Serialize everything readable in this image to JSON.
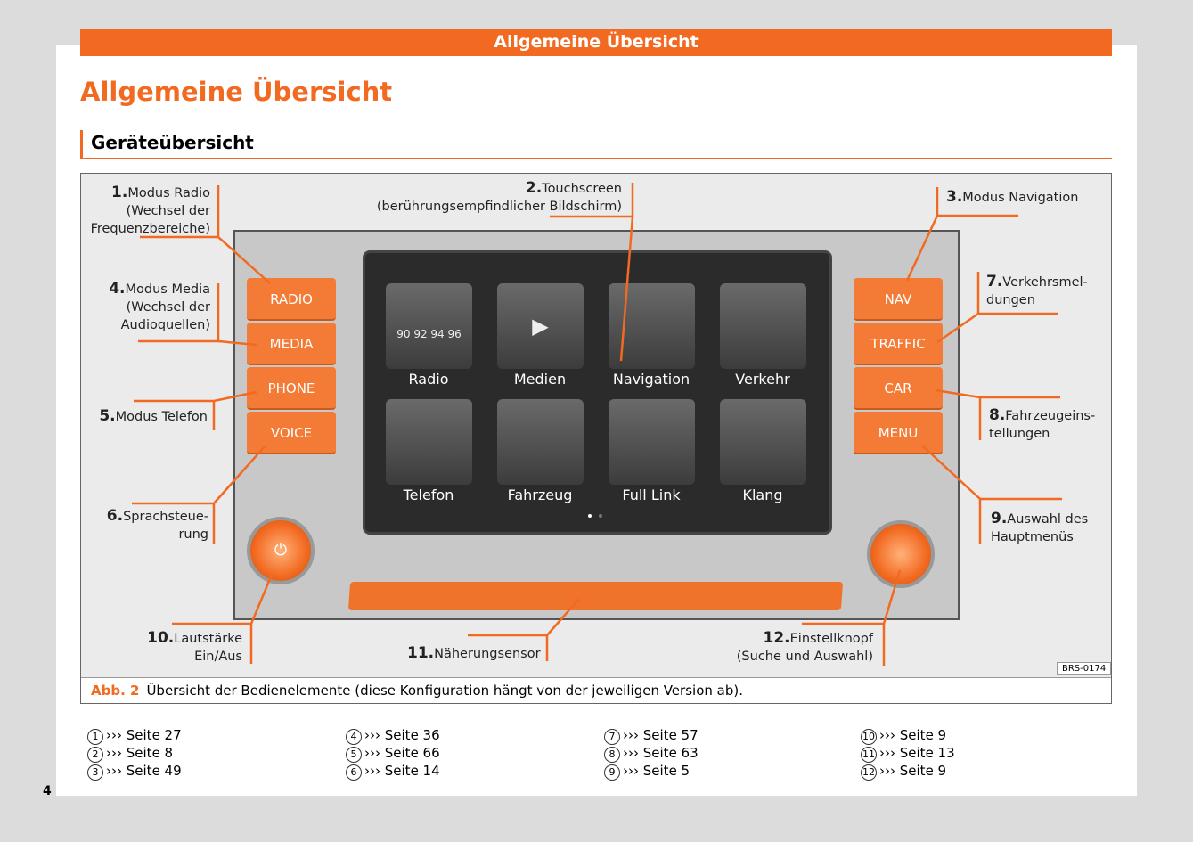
{
  "header": {
    "bar_title": "Allgemeine Übersicht",
    "title": "Allgemeine Übersicht",
    "subtitle": "Geräteübersicht"
  },
  "figure": {
    "code": "BRS-0174",
    "caption_label": "Abb. 2",
    "caption": "Übersicht der Bedienelemente (diese Konfiguration hängt von der jeweiligen Version ab).",
    "left_buttons": [
      "RADIO",
      "MEDIA",
      "PHONE",
      "VOICE"
    ],
    "right_buttons": [
      "NAV",
      "TRAFFIC",
      "CAR",
      "MENU"
    ],
    "tiles": [
      "Radio",
      "Medien",
      "Navigation",
      "Verkehr",
      "Telefon",
      "Fahrzeug",
      "Full Link",
      "Klang"
    ],
    "radio_scale": "90 92 94 96",
    "power_icon": "⏻",
    "callouts": [
      {
        "n": "1.",
        "text": "Modus Radio (Wechsel der Frequenzbereiche)"
      },
      {
        "n": "2.",
        "text": "Touchscreen (berührungsempfindlicher Bildschirm)"
      },
      {
        "n": "3.",
        "text": "Modus Navigation"
      },
      {
        "n": "4.",
        "text": "Modus Media (Wechsel der Audioquellen)"
      },
      {
        "n": "5.",
        "text": "Modus Telefon"
      },
      {
        "n": "6.",
        "text": "Sprachsteue-rung"
      },
      {
        "n": "7.",
        "text": "Verkehrsmel-dungen"
      },
      {
        "n": "8.",
        "text": "Fahrzeugeins-tellungen"
      },
      {
        "n": "9.",
        "text": "Auswahl des Hauptmenüs"
      },
      {
        "n": "10.",
        "text": "Lautstärke Ein/Aus"
      },
      {
        "n": "11.",
        "text": "Näherungsensor"
      },
      {
        "n": "12.",
        "text": "Einstellknopf (Suche und Auswahl)"
      }
    ]
  },
  "references": [
    {
      "n": "1",
      "text": "››› Seite 27"
    },
    {
      "n": "2",
      "text": "››› Seite 8"
    },
    {
      "n": "3",
      "text": "››› Seite 49"
    },
    {
      "n": "4",
      "text": "››› Seite 36"
    },
    {
      "n": "5",
      "text": "››› Seite 66"
    },
    {
      "n": "6",
      "text": "››› Seite 14"
    },
    {
      "n": "7",
      "text": "››› Seite 57"
    },
    {
      "n": "8",
      "text": "››› Seite 63"
    },
    {
      "n": "9",
      "text": "››› Seite 5"
    },
    {
      "n": "10",
      "text": "››› Seite 9"
    },
    {
      "n": "11",
      "text": "››› Seite 13"
    },
    {
      "n": "12",
      "text": "››› Seite 9"
    }
  ],
  "page_number": "4",
  "colors": {
    "accent": "#f26a21"
  }
}
